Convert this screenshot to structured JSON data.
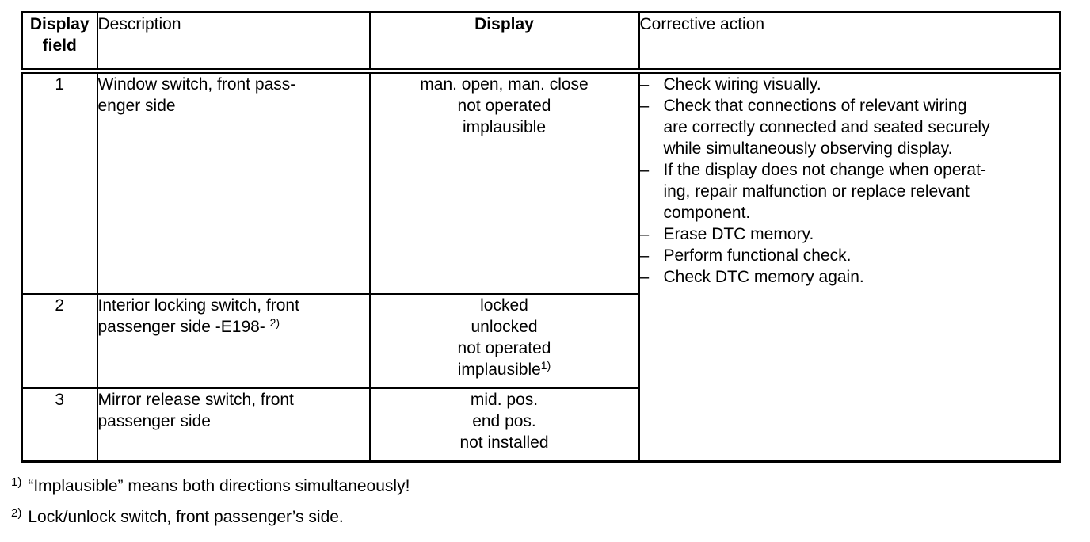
{
  "table": {
    "headers": {
      "display_field": "Display field",
      "description": "Description",
      "display": "Display",
      "corrective_action": "Corrective action"
    },
    "bullet": "–",
    "rows": [
      {
        "field": "1",
        "description_lines": [
          {
            "text": "Window switch, front pass-",
            "sup": ""
          },
          {
            "text": "enger side",
            "sup": ""
          }
        ],
        "display_lines": [
          {
            "text": "man. open, man. close",
            "sup": ""
          },
          {
            "text": "not operated",
            "sup": ""
          },
          {
            "text": "implausible",
            "sup": ""
          }
        ]
      },
      {
        "field": "2",
        "description_lines": [
          {
            "text": "Interior locking switch, front",
            "sup": ""
          },
          {
            "text": "passenger side -E198- ",
            "sup": "2)"
          }
        ],
        "display_lines": [
          {
            "text": "locked",
            "sup": ""
          },
          {
            "text": "unlocked",
            "sup": ""
          },
          {
            "text": "not operated",
            "sup": ""
          },
          {
            "text": "implausible",
            "sup": "1)"
          }
        ]
      },
      {
        "field": "3",
        "description_lines": [
          {
            "text": "Mirror release switch, front",
            "sup": ""
          },
          {
            "text": "passenger side",
            "sup": ""
          }
        ],
        "display_lines": [
          {
            "text": "mid. pos.",
            "sup": ""
          },
          {
            "text": "end pos.",
            "sup": ""
          },
          {
            "text": "not installed",
            "sup": ""
          }
        ]
      }
    ],
    "corrective_actions": [
      {
        "lines": [
          "Check wiring visually."
        ]
      },
      {
        "lines": [
          "Check that connections of relevant wiring",
          "are correctly connected and seated securely",
          "while simultaneously observing display."
        ]
      },
      {
        "lines": [
          "If the display does not change when operat-",
          "ing, repair malfunction or replace relevant",
          "component."
        ]
      },
      {
        "lines": [
          "Erase DTC memory."
        ]
      },
      {
        "lines": [
          "Perform functional check."
        ]
      },
      {
        "lines": [
          "Check DTC memory again."
        ]
      }
    ]
  },
  "footnotes": [
    {
      "sup": "1)",
      "text": "“Implausible” means both directions simultaneously!"
    },
    {
      "sup": "2)",
      "text": "Lock/unlock switch, front passenger’s side."
    }
  ],
  "colors": {
    "ink": "#000000",
    "paper": "#ffffff"
  }
}
